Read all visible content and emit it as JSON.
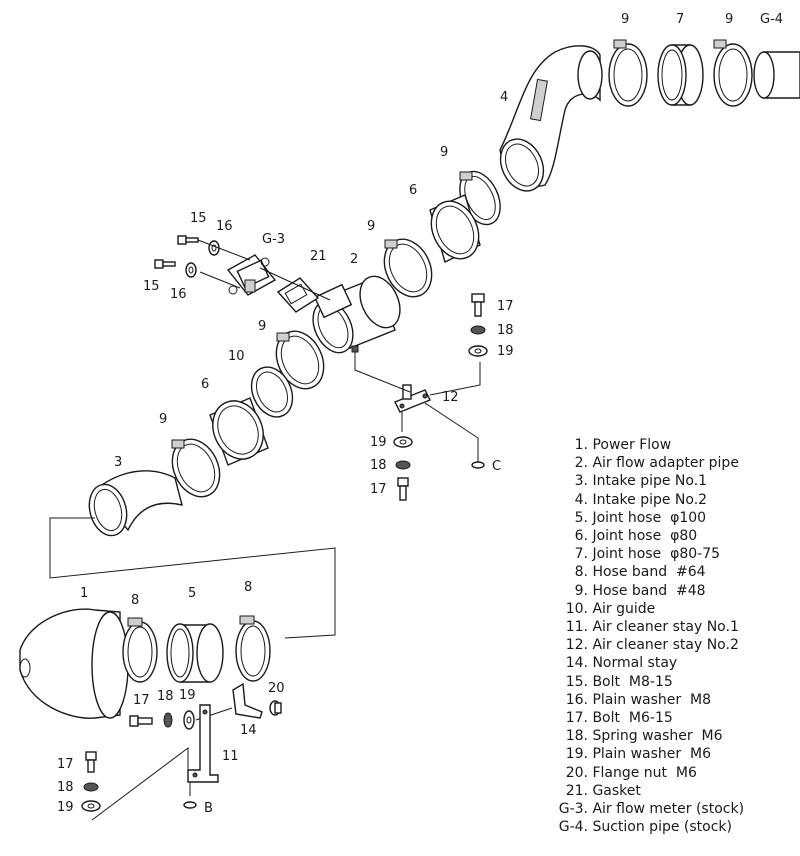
{
  "callouts": {
    "c9a": "9",
    "c7": "7",
    "c9b": "9",
    "cG4": "G-4",
    "c4": "4",
    "c9c": "9",
    "c6a": "6",
    "c15a": "15",
    "c16a": "16",
    "cG3": "G-3",
    "c21": "21",
    "c2": "2",
    "c9d": "9",
    "c15b": "15",
    "c16b": "16",
    "c17a": "17",
    "c18a": "18",
    "c19a": "19",
    "c9e": "9",
    "c10": "10",
    "c12": "12",
    "c6b": "6",
    "c9f": "9",
    "c19b": "19",
    "c18b": "18",
    "c17b": "17",
    "cC": "C",
    "c3": "3",
    "c1": "1",
    "c8a": "8",
    "c5": "5",
    "c8b": "8",
    "c17c": "17",
    "c18c": "18",
    "c19c": "19",
    "c20": "20",
    "c14": "14",
    "c11": "11",
    "c17d": "17",
    "c18d": "18",
    "c19d": "19",
    "cB": "B"
  },
  "legend": [
    {
      "num": "1.",
      "text": "Power Flow"
    },
    {
      "num": "2.",
      "text": "Air flow adapter pipe"
    },
    {
      "num": "3.",
      "text": "Intake pipe No.1"
    },
    {
      "num": "4.",
      "text": "Intake pipe No.2"
    },
    {
      "num": "5.",
      "text": "Joint hose  φ100"
    },
    {
      "num": "6.",
      "text": "Joint hose  φ80"
    },
    {
      "num": "7.",
      "text": "Joint hose  φ80-75"
    },
    {
      "num": "8.",
      "text": "Hose band  #64"
    },
    {
      "num": "9.",
      "text": "Hose band  #48"
    },
    {
      "num": "10.",
      "text": "Air guide"
    },
    {
      "num": "11.",
      "text": "Air cleaner stay No.1"
    },
    {
      "num": "12.",
      "text": "Air cleaner stay No.2"
    },
    {
      "num": "14.",
      "text": "Normal stay"
    },
    {
      "num": "15.",
      "text": "Bolt  M8-15"
    },
    {
      "num": "16.",
      "text": "Plain washer  M8"
    },
    {
      "num": "17.",
      "text": "Bolt  M6-15"
    },
    {
      "num": "18.",
      "text": "Spring washer  M6"
    },
    {
      "num": "19.",
      "text": "Plain washer  M6"
    },
    {
      "num": "20.",
      "text": "Flange nut  M6"
    },
    {
      "num": "21.",
      "text": "Gasket"
    },
    {
      "num": "G-3.",
      "text": "Air flow meter (stock)"
    },
    {
      "num": "G-4.",
      "text": "Suction pipe (stock)"
    }
  ]
}
